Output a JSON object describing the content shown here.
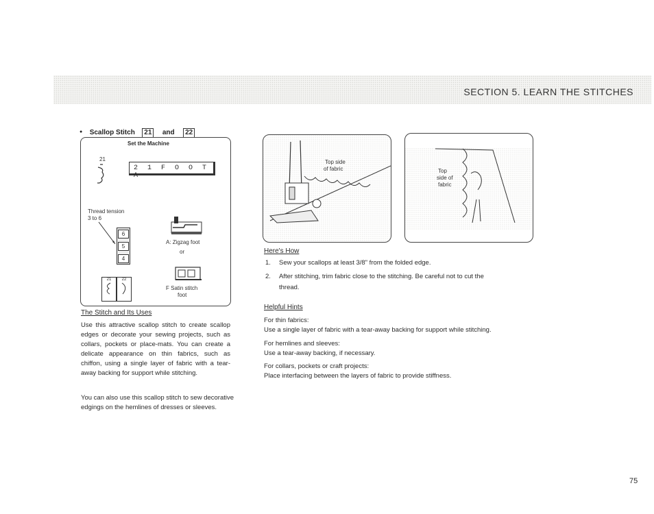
{
  "header": {
    "section_title": "SECTION  5.   LEARN THE STITCHES"
  },
  "title": {
    "bullet": "●",
    "label": "Scallop Stitch",
    "num1": "21",
    "and": "and",
    "num2": "22"
  },
  "set_machine": {
    "heading": "Set the Machine",
    "pattern_number": "21",
    "lcd_text": "2 1     F O O T  A",
    "tension_label": "Thread tension",
    "tension_value": "3 to 6",
    "dial_values": [
      "6",
      "5",
      "4"
    ],
    "foot_a": "A:  Zigzag foot",
    "or": "or",
    "foot_f_line1": "F   Satin stitch",
    "foot_f_line2": "foot",
    "small_21": "21",
    "small_22": "22"
  },
  "uses": {
    "heading": "The Stitch and Its Uses",
    "para1": "Use this attractive scallop stitch to create scallop edges or decorate your sewing projects, such as collars, pockets or place-mats. You can create a delicate appearance on thin fabrics, such as chiffon, using a single layer of fabric with a tear-away backing for support while stitching.",
    "para2": "You can also use this scallop stitch to sew decorative edgings on the hemlines of dresses or sleeves."
  },
  "illustrations": {
    "left_label_1": "Top side",
    "left_label_2": "of fabric",
    "right_label_1": "Top",
    "right_label_2": "side of",
    "right_label_3": "fabric"
  },
  "how": {
    "heading": "Here's How",
    "step1_num": "1.",
    "step1": "Sew your scallops at least 3/8\" from the folded edge.",
    "step2_num": "2.",
    "step2_a": "After stitching, trim fabric close to the stitching.  Be careful not to cut the",
    "step2_b": "thread."
  },
  "hints": {
    "heading": "Helpful Hints",
    "h1_title": "For thin fabrics:",
    "h1_text": "Use a single layer of fabric with a tear-away backing for support while stitching.",
    "h2_title": "For hemlines and sleeves:",
    "h2_text": "Use a tear-away backing, if necessary.",
    "h3_title": "For collars, pockets or craft projects:",
    "h3_text": "Place interfacing between the layers of fabric to provide stiffness."
  },
  "page_number": "75"
}
